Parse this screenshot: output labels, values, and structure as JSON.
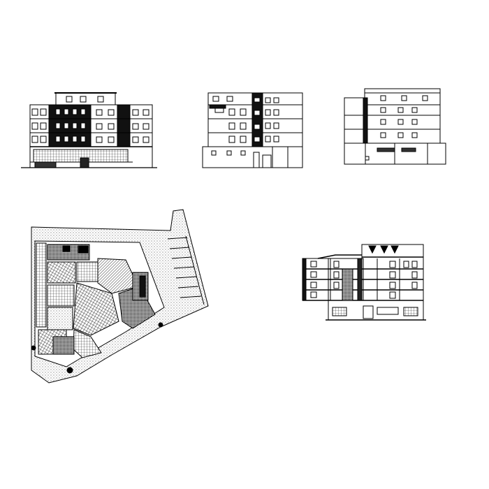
{
  "sheet": {
    "background": "#ffffff",
    "ink": "#000000",
    "hatch": "#555555"
  },
  "drawings": [
    {
      "id": "front-elevation",
      "kind": "elevation",
      "floors": 4
    },
    {
      "id": "side-elevation",
      "kind": "elevation",
      "floors": 4
    },
    {
      "id": "rear-elevation",
      "kind": "elevation",
      "floors": 4
    },
    {
      "id": "ground-floor-plan",
      "kind": "site-plan"
    },
    {
      "id": "building-section",
      "kind": "section",
      "floors": 4
    }
  ]
}
